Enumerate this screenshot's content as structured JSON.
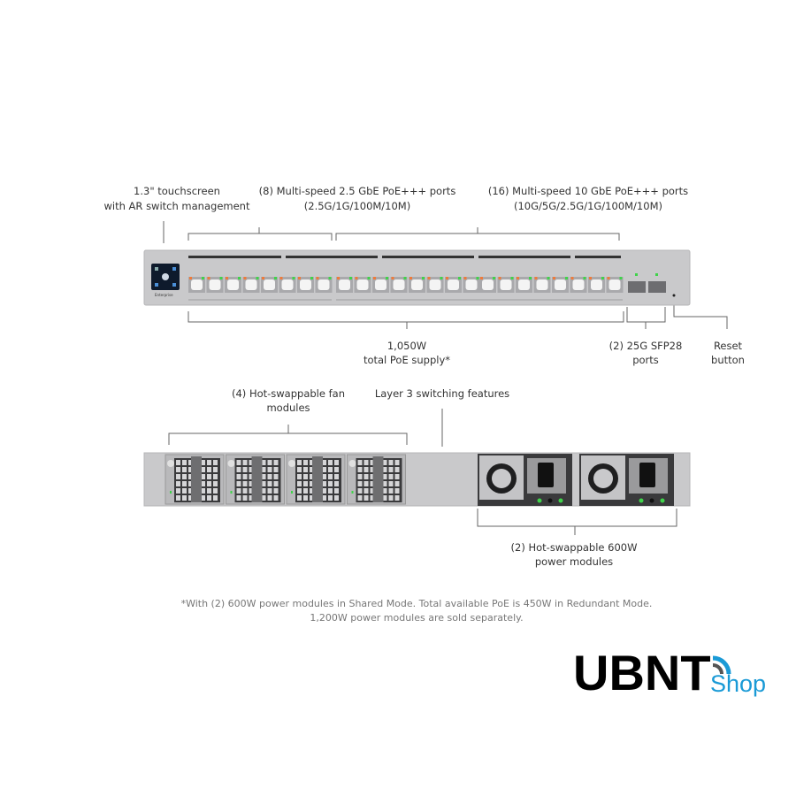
{
  "front_labels": {
    "touchscreen": [
      "1.3\" touchscreen",
      "with AR switch management"
    ],
    "ports_8": [
      "(8) Multi-speed 2.5 GbE PoE+++ ports",
      "(2.5G/1G/100M/10M)"
    ],
    "ports_16": [
      "(16) Multi-speed 10 GbE PoE+++ ports",
      "(10G/5G/2.5G/1G/100M/10M)"
    ],
    "poe_supply": [
      "1,050W",
      "total PoE supply*"
    ],
    "sfp": [
      "(2) 25G SFP28",
      "ports"
    ],
    "reset": [
      "Reset",
      "button"
    ]
  },
  "rear_labels": {
    "fans": [
      "(4) Hot-swappable fan",
      "modules"
    ],
    "layer3": "Layer 3 switching features",
    "power": [
      "(2) Hot-swappable 600W",
      "power modules"
    ]
  },
  "footnote": [
    "*With (2) 600W power modules in Shared Mode. Total available PoE is 450W in Redundant Mode.",
    "1,200W power modules are sold separately."
  ],
  "logo": {
    "main": "UBNT",
    "sub": "Shop"
  },
  "device": {
    "rj45_port_count": 24,
    "sfp_port_count": 2,
    "fan_module_count": 4,
    "power_module_count": 2
  },
  "colors": {
    "chassis": "#c9c9cb",
    "led_green": "#3fd34a",
    "led_orange": "#ef7a3a",
    "logo_blue": "#1a9ad6"
  }
}
